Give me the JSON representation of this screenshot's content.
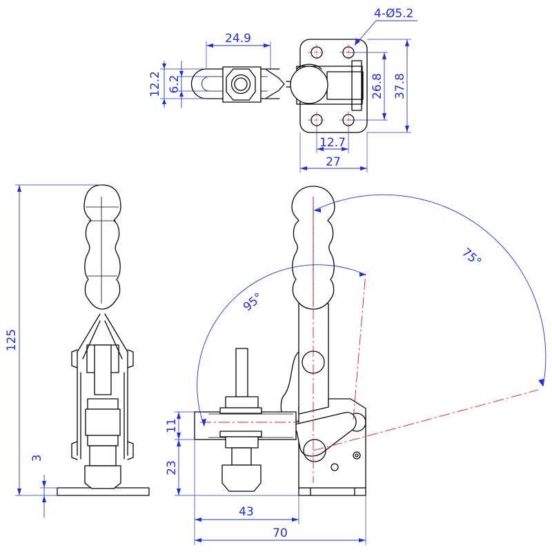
{
  "colors": {
    "outline": "#000000",
    "dimension": "#1f2fd4",
    "centerline": "#e8141c"
  },
  "dimensions": {
    "top_length": "24.9",
    "top_width_outer": "12.2",
    "top_width_inner": "6.2",
    "holes_callout": "4-Ø5.2",
    "hole_spacing_x": "12.7",
    "base_width": "27",
    "hole_spacing_y": "26.8",
    "base_length": "37.8",
    "overall_height": "125",
    "base_thickness": "3",
    "spindle_height": "11",
    "base_to_arm": "23",
    "reach": "43",
    "overall_length": "70",
    "handle_angle": "75°",
    "arm_angle": "95°"
  }
}
